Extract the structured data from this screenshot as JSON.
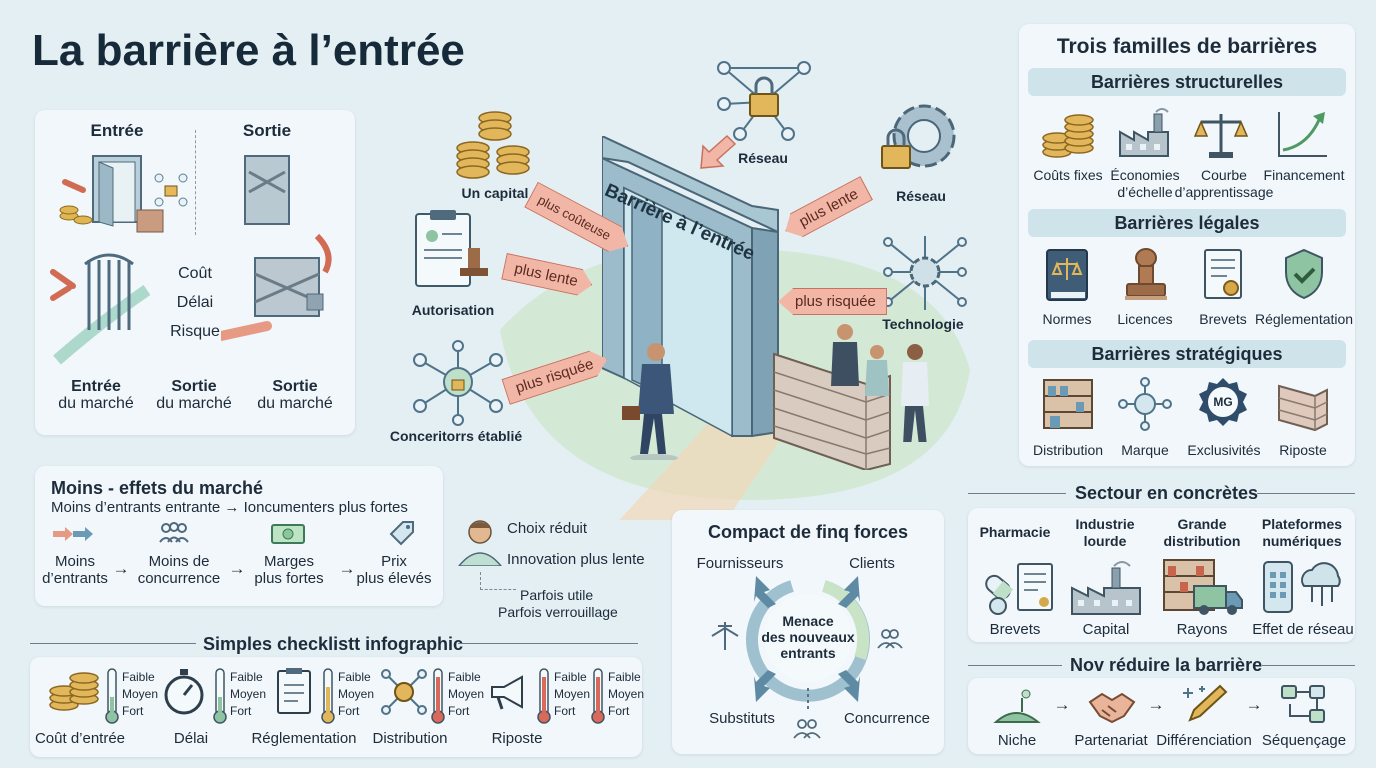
{
  "title": "La barrière à l’entrée",
  "entry_exit": {
    "entree": "Entrée",
    "sortie": "Sortie",
    "cout": "Coût",
    "delai": "Délai",
    "risque": "Risque",
    "bottom": [
      {
        "l1": "Entrée",
        "l2": "du marché"
      },
      {
        "l1": "Sortie",
        "l2": "du marché"
      },
      {
        "l1": "Sortie",
        "l2": "du marché"
      }
    ]
  },
  "center": {
    "gate_sign": "Barrière à l’entrée",
    "sources": {
      "capital": "Un capital",
      "autorisation": "Autorisation",
      "concurrents": "Conceritorrs établié",
      "reseau_top": "Réseau",
      "reseau_right": "Réseau",
      "technologie": "Technologie"
    },
    "tags": {
      "plus_couteuse": "plus coûteuse",
      "plus_lente_left": "plus lente",
      "plus_risquee_left": "plus risquée",
      "plus_lente_right": "plus lente",
      "plus_risquee_right": "plus risquée"
    }
  },
  "market_effects": {
    "title": "Moins - effets du marché",
    "subtitle": "Moins d’entrants entrante → Ioncumenters plus fortes",
    "steps": [
      {
        "l1": "Moins",
        "l2": "d’entrants"
      },
      {
        "l1": "Moins de",
        "l2": "concurrence"
      },
      {
        "l1": "Marges",
        "l2": "plus fortes"
      },
      {
        "l1": "Prix",
        "l2": "plus élevés"
      }
    ],
    "arrow": "→",
    "consumer": {
      "choix": "Choix réduit",
      "innovation": "Innovation plus lente",
      "utile": "Parfois utile",
      "verrou": "Parfois verrouillage"
    }
  },
  "checklist": {
    "title": "Simples checklistt infographic",
    "levels": [
      "Faible",
      "Moyen",
      "Fort"
    ],
    "items": [
      "Coût d’entrée",
      "Délai",
      "Réglementation",
      "Distribution",
      "Riposte"
    ]
  },
  "five_forces": {
    "title": "Compact de finq forces",
    "center_l1": "Menace",
    "center_l2": "des nouveaux",
    "center_l3": "entrants",
    "fournisseurs": "Fournisseurs",
    "clients": "Clients",
    "substituts": "Substituts",
    "concurrence": "Concurrence"
  },
  "families": {
    "title": "Trois familles de barrières",
    "structurelles": {
      "title": "Barrières structurelles",
      "items": [
        {
          "l1": "Coûts fixes",
          "l2": ""
        },
        {
          "l1": "Économies",
          "l2": "d’échelle"
        },
        {
          "l1": "Courbe",
          "l2": "d’apprentissage"
        },
        {
          "l1": "Financement",
          "l2": ""
        }
      ]
    },
    "legales": {
      "title": "Barrières légales",
      "items": [
        "Normes",
        "Licences",
        "Brevets",
        "Réglementation"
      ]
    },
    "strategiques": {
      "title": "Barrières stratégiques",
      "items": [
        "Distribution",
        "Marque",
        "Exclusivités",
        "Riposte"
      ],
      "badge": "MG"
    }
  },
  "sectors": {
    "title": "Sectour en concrètes",
    "items": [
      {
        "name": "Pharmacie",
        "name2": "",
        "label": "Brevets"
      },
      {
        "name": "Industrie",
        "name2": "lourde",
        "label": "Capital"
      },
      {
        "name": "Grande",
        "name2": "distribution",
        "label": "Rayons"
      },
      {
        "name": "Plateformes",
        "name2": "numériques",
        "label": "Effet de réseau"
      }
    ]
  },
  "reduce": {
    "title": "Nov réduire la barrière",
    "items": [
      "Niche",
      "Partenariat",
      "Différenciation",
      "Séquençage"
    ]
  }
}
